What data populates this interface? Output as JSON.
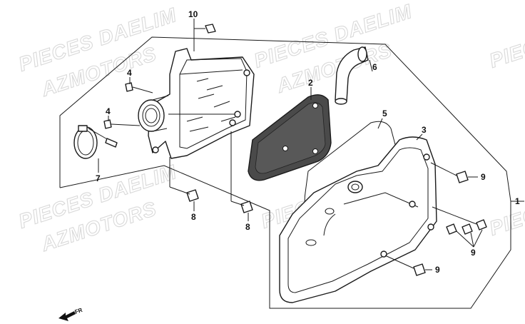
{
  "watermark": {
    "line1": "PIECES DAELIM",
    "line2": "AZMOTORS"
  },
  "callouts": {
    "p1": "1",
    "p3": "3",
    "p4a": "4",
    "p4b": "4",
    "p5": "5",
    "p6": "6",
    "p7": "7",
    "p8a": "8",
    "p8b": "8",
    "p9a": "9",
    "p9b": "9",
    "p9c": "9",
    "p10": "10",
    "p2": "2"
  },
  "direction": {
    "label": "FR"
  },
  "colors": {
    "line": "#1a1a1a",
    "filter": "#4a4a4a",
    "watermark": "#d9d9d9"
  }
}
